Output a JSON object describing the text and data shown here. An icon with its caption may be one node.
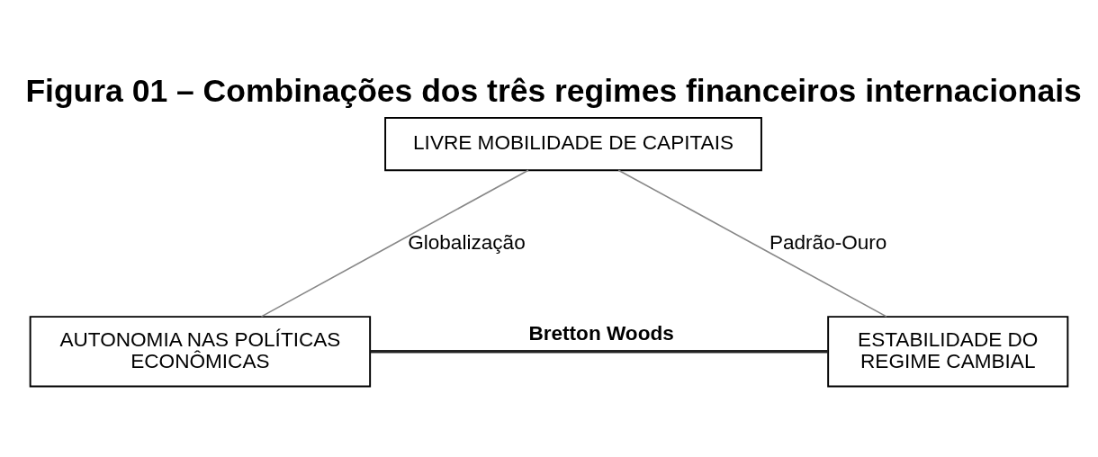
{
  "diagram": {
    "title": "Figura 01 – Combinações dos três regimes financeiros internacionais",
    "nodes": [
      {
        "text": [
          "LIVRE MOBILIDADE DE CAPITAIS"
        ]
      },
      {
        "text": [
          "AUTONOMIA NAS POLÍTICAS ECONÔMICAS"
        ]
      },
      {
        "text": [
          "ESTABILIDADE DO REGIME CAMBIAL"
        ]
      }
    ],
    "edges": [
      {
        "from": 0,
        "to": 1,
        "arrow": "none",
        "label": "Globalização"
      },
      {
        "from": 0,
        "to": 2,
        "arrow": "none",
        "label": "Padrão-Ouro"
      },
      {
        "from": 1,
        "to": 2,
        "arrow": "none",
        "label": "Bretton Woods",
        "style": "thick",
        "color": "#222222"
      }
    ]
  }
}
